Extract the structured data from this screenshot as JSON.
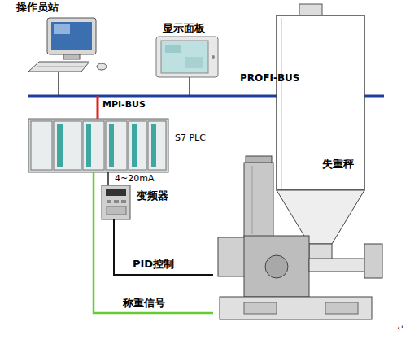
{
  "diagram": {
    "nodes": [
      {
        "text": [
          "操作员站"
        ]
      },
      {
        "text": [
          "显示面板"
        ]
      },
      {
        "text": [
          "S7 PLC"
        ]
      },
      {
        "text": [
          "变频器"
        ]
      },
      {
        "text": [
          "失重秤"
        ]
      }
    ],
    "edges": [
      {
        "from": 2,
        "to": 3,
        "label": "4~20mA",
        "arrow": "none"
      },
      {
        "from": 3,
        "to": 4,
        "label": "PID控制",
        "arrow": "none"
      },
      {
        "from": 2,
        "to": 4,
        "label": "称重信号",
        "arrow": "none"
      }
    ],
    "labels": [
      "PROFI-BUS",
      "MPI-BUS",
      "↵"
    ]
  }
}
